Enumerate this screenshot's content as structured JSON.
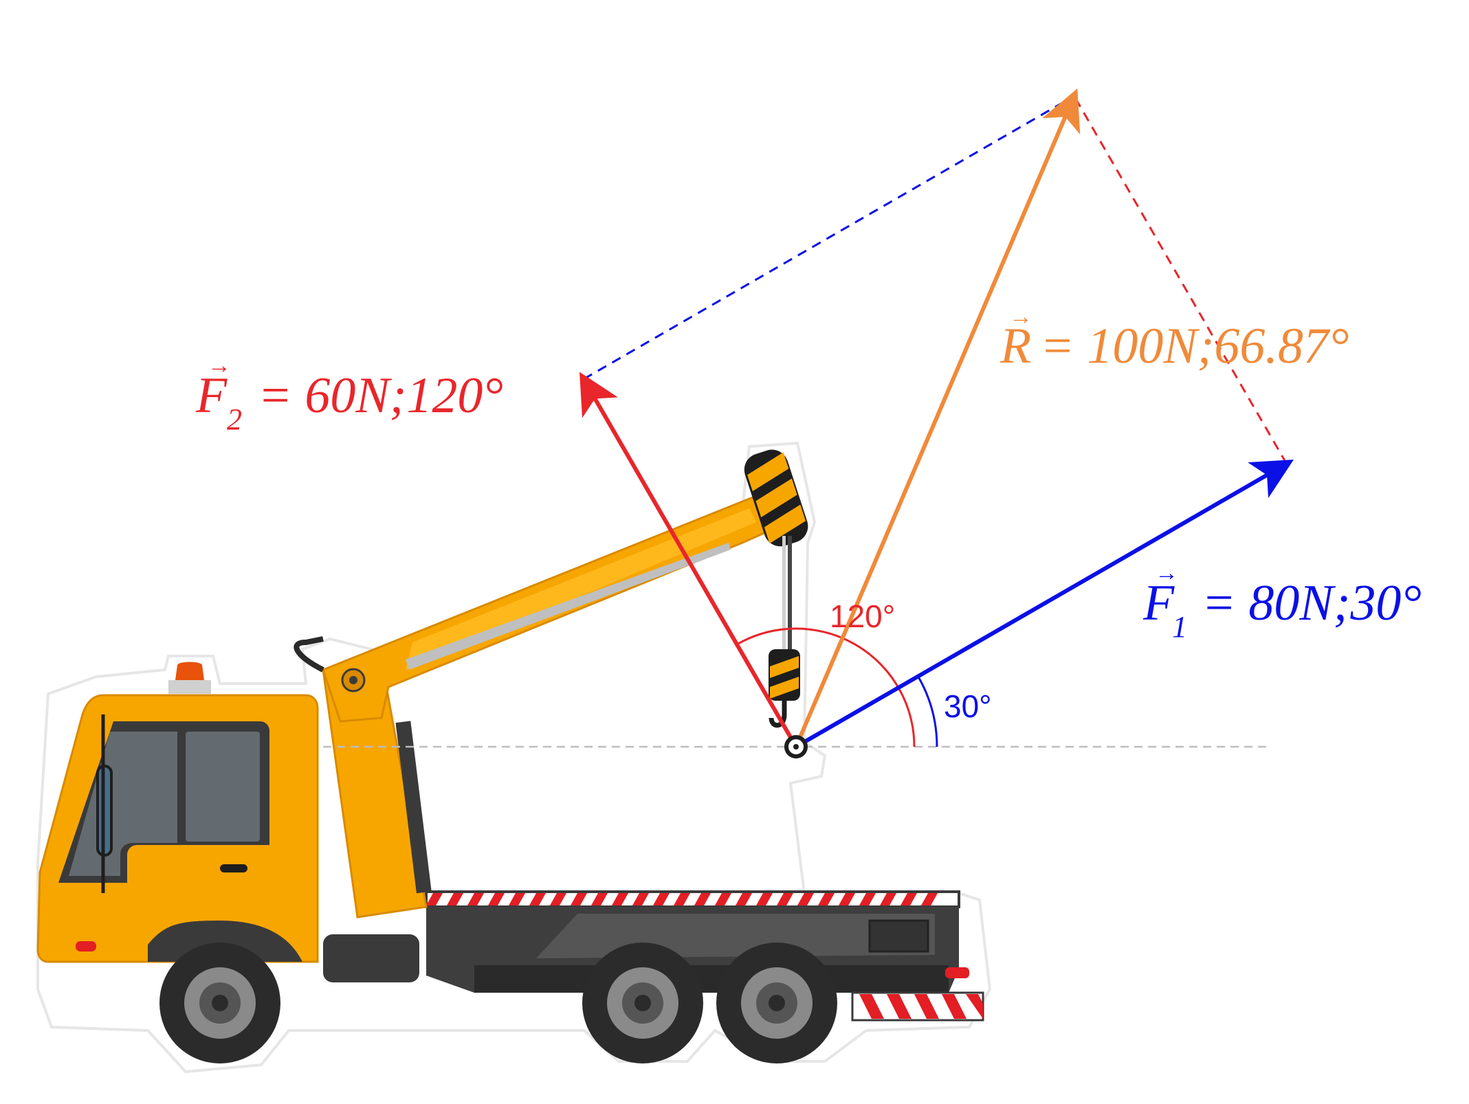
{
  "diagram": {
    "origin_label": "",
    "forces": {
      "f1": {
        "symbol": "F",
        "subscript": "1",
        "text": "= 80N;30°",
        "magnitude_N": 80,
        "angle_deg": 30,
        "color": "#0a10e6"
      },
      "f2": {
        "symbol": "F",
        "subscript": "2",
        "text": "= 60N;120°",
        "magnitude_N": 60,
        "angle_deg": 120,
        "color": "#e8262b"
      },
      "r": {
        "symbol": "R",
        "text": "= 100N;66.87°",
        "magnitude_N": 100,
        "angle_deg": 66.87,
        "color": "#f08a3a"
      }
    },
    "angle_labels": {
      "a30": "30°",
      "a120": "120°"
    },
    "colors": {
      "truck_yellow": "#f7a600",
      "truck_dark": "#3a3a3a",
      "stripe_red": "#e31e24",
      "axis_gray": "#bdbdbd"
    }
  }
}
